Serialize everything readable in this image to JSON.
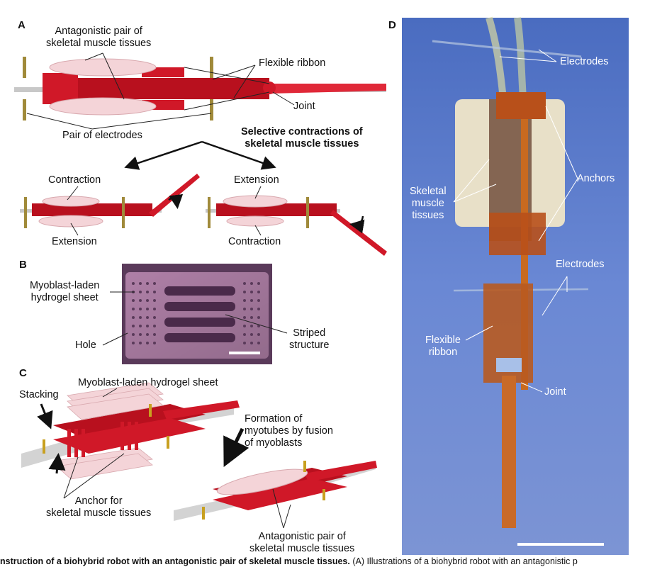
{
  "panels": {
    "a": {
      "letter": "A",
      "muscles": "Antagonistic pair of\nskeletal muscle tissues",
      "ribbon": "Flexible ribbon",
      "joint": "Joint",
      "electrodes": "Pair of electrodes",
      "selective": "Selective contractions of\nskeletal muscle tissues",
      "left_top": "Contraction",
      "left_bottom": "Extension",
      "right_top": "Extension",
      "right_bottom": "Contraction"
    },
    "b": {
      "letter": "B",
      "sheet": "Myoblast-laden\nhydrogel sheet",
      "hole": "Hole",
      "striped": "Striped\nstructure"
    },
    "c": {
      "letter": "C",
      "sheet": "Myoblast-laden hydrogel sheet",
      "stacking": "Stacking",
      "formation": "Formation of\nmyotubes by fusion\nof myoblasts",
      "anchor": "Anchor for\nskeletal muscle tissues",
      "antagonistic": "Antagonistic pair of\nskeletal muscle tissues"
    },
    "d": {
      "letter": "D",
      "electrodes_top": "Electrodes",
      "anchors": "Anchors",
      "muscle": "Skeletal\nmuscle\ntissues",
      "electrodes_mid": "Electrodes",
      "ribbon": "Flexible\nribbon",
      "joint": "Joint"
    }
  },
  "caption": {
    "bold": "nstruction of a biohybrid robot with an antagonistic pair of skeletal muscle tissues.",
    "rest": " (A) Illustrations of a biohybrid robot with an antagonistic p"
  },
  "colors": {
    "frame_red": "#d01828",
    "muscle_pink": "#f0c8cc",
    "photo_blue": "#5a78c8",
    "stain_purple": "#8a5a80"
  }
}
